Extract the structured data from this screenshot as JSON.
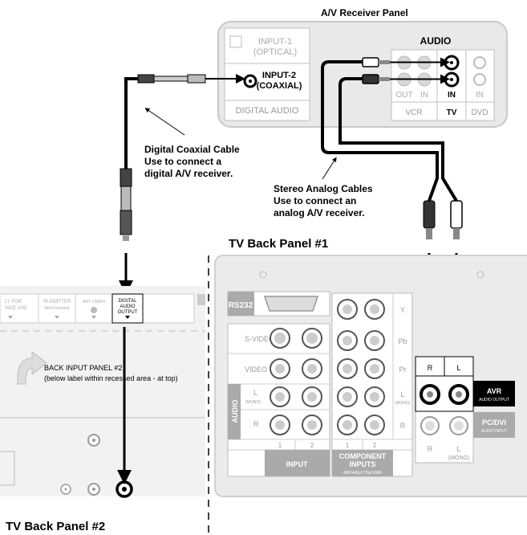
{
  "receiver": {
    "title": "A/V Receiver Panel",
    "input1_line1": "INPUT-1",
    "input1_line2": "(OPTICAL)",
    "input2_line1": "INPUT-2",
    "input2_line2": "(COAXIAL)",
    "digital_audio": "DIGITAL AUDIO",
    "audio_title": "AUDIO",
    "out": "OUT",
    "in_vcr": "IN",
    "in_tv": "IN",
    "in_dvd": "IN",
    "vcr": "VCR",
    "tv": "TV",
    "dvd": "DVD"
  },
  "annotations": {
    "coax_line1": "Digital Coaxial Cable",
    "coax_line2": "Use to connect a",
    "coax_line3": "digital A/V receiver.",
    "analog_line1": "Stereo Analog Cables",
    "analog_line2": "Use to connect an",
    "analog_line3": "analog A/V receiver."
  },
  "panel1": {
    "title": "TV Back Panel #1",
    "rs232": "RS232",
    "svideo": "S-VIDEO",
    "video": "VIDEO",
    "audio": "AUDIO",
    "l": "L",
    "mono": "(MONO)",
    "r": "R",
    "num1": "1",
    "num2": "2",
    "input": "INPUT",
    "y": "Y",
    "pb": "Pb",
    "pr": "Pr",
    "comp_l": "L",
    "comp_mono": "(MONO)",
    "comp_r": "R",
    "comp_num1": "1",
    "comp_num2": "2",
    "component": "COMPONENT",
    "inputs": "INPUTS",
    "resolutions": "480i/480p/720p/1080i",
    "avr_r": "R",
    "avr_l": "L",
    "avr": "AVR",
    "audio_output": "AUDIO OUTPUT",
    "pcdvi": "PC/DVI",
    "audio_input": "AUDIO INPUT",
    "pc_r": "R",
    "pc_l": "L",
    "pc_mono": "(MONO)"
  },
  "panel2": {
    "title": "TV Back Panel #2",
    "service_line1": "LY FOR",
    "service_line2": "VICE USE",
    "ir_line1": "IR-EMITTER",
    "ir_line2": "NetCommand",
    "ant": "ANT 1/MAIN",
    "dig_line1": "DIGITAL",
    "dig_line2": "AUDIO",
    "dig_line3": "OUTPUT",
    "back_line1": "BACK INPUT PANEL #2",
    "back_line2": "(below label within recessed area - at top)"
  }
}
